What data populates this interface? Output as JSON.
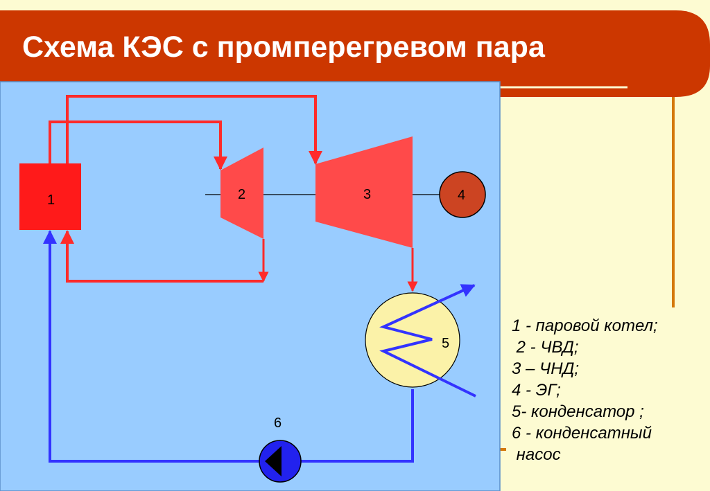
{
  "title": "Схема КЭС с промперегревом пара",
  "diagram": {
    "labels": {
      "boiler": "1",
      "hp_turbine": "2",
      "lp_turbine": "3",
      "generator": "4",
      "condenser": "5",
      "pump": "6"
    }
  },
  "legend": [
    "1 - паровой котел;",
    " 2 - ЧВД;",
    "3 – ЧНД;",
    "4 - ЭГ;",
    "5- конденсатор ;",
    "6 - конденсатный",
    " насос"
  ],
  "colors": {
    "header": "#CC3700",
    "accent_line": "#D4780A",
    "panel": "#99CCFF",
    "steam": "#FF2A2A",
    "turbine": "#FF4A4A",
    "boiler": "#FF1A1A",
    "generator": "#CC4422",
    "condenser": "#FBF2A8",
    "water": "#3333FF",
    "pump": "#2222EE"
  }
}
